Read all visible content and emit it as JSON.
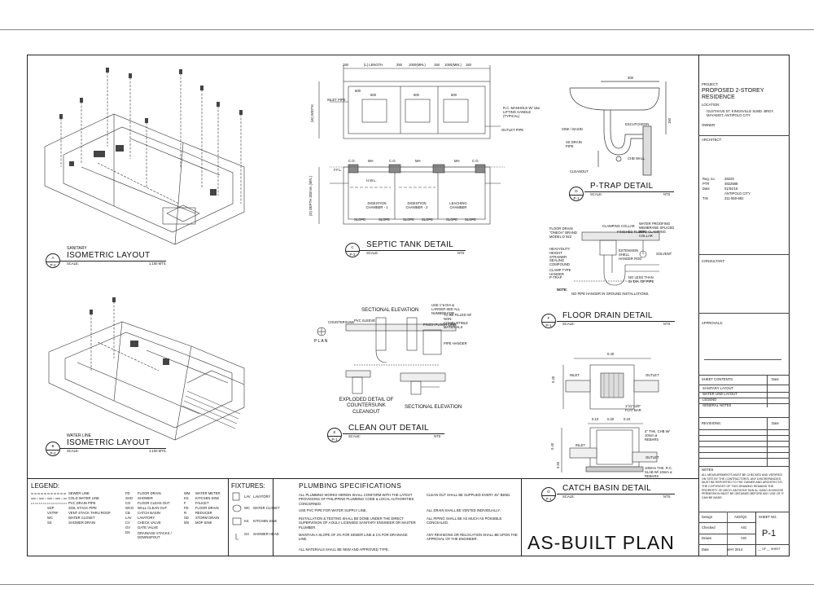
{
  "isometric_sanitary": {
    "label_small": "SANITARY",
    "title": "ISOMETRIC LAYOUT",
    "tag_letter": "A",
    "tag_sheet": "P-2",
    "scale_label": "SCALE:",
    "scale_value": "1:100 MTS."
  },
  "isometric_water": {
    "label_small": "WATER LINE",
    "title": "ISOMETRIC LAYOUT",
    "tag_letter": "B",
    "tag_sheet": "P-2",
    "scale_label": "SCALE:",
    "scale_value": "1:100 MTS."
  },
  "septic": {
    "title": "SEPTIC TANK DETAIL",
    "tag_letter": "C",
    "tag_sheet": "P-2",
    "scale_label": "SCALE:",
    "scale_value": "NTS",
    "dims_top": [
      "150",
      "(L) LENGTH",
      "250",
      "1000(MIN.)",
      "150",
      "1000(MIN.)",
      "150"
    ],
    "width_label": "(W) WIDTH",
    "depth_label": "(D) DEPTH  300mm (MIN.)",
    "inlet": "INLET PIPE",
    "outlet": "OUTLET PIPE",
    "manhole_note": "R.C. MANHOLE W/ 16ø LIFTING HANDLE (TYPICAL)",
    "plan_dims": [
      "600",
      "600",
      "600",
      "600"
    ],
    "co": "C.O.",
    "mh": "MH",
    "ffl": "F.F.L.",
    "hwl": "H.W.L.",
    "chambers": [
      "DIGESTION CHAMBER - 1",
      "DIGESTION CHAMBER - 2",
      "LEACHING CHAMBER"
    ],
    "slope": "SLOPE"
  },
  "ptrap": {
    "title": "P-TRAP DETAIL",
    "tag_letter": "D",
    "tag_sheet": "P-1",
    "scale_label": "SCALE:",
    "scale_value": "NTS",
    "dim_top": "300",
    "dim_side": "150",
    "labels": [
      "SINK / BASIN",
      "ESCUTCHEON",
      "SS DRAIN PIPE",
      "CHB WALL",
      "CLEANOUT"
    ]
  },
  "floordrain": {
    "title": "FLOOR DRAIN DETAIL",
    "tag_letter": "F",
    "tag_sheet": "P-1",
    "scale_label": "SCALE:",
    "scale_value": "NTS",
    "labels": [
      "FLOOR DRAIN \"ONEOA\" BRAND MODEL D 922",
      "CLAMPING COLLAR",
      "FINISHED FLOOR",
      "WATER PROOFING MEMBRANE SPLICED INTO CLAMPING COLLAR",
      "HEAVYDUTY HEIGHT STRAINER",
      "SEALING COMPOUND",
      "CLAMP TYPE HANGER",
      "P-TRAP",
      "EXTENSION SHELL",
      "HANGER ROD",
      "SOLVENT",
      "NO LESS THAN 2x DIA. OF PIPE"
    ],
    "note_label": "NOTE:",
    "note": "NO PIPE HANGER IN GROUND INSTALLATIONS."
  },
  "cleanout": {
    "title": "CLEAN OUT DETAIL",
    "tag_letter": "E",
    "tag_sheet": "P-1",
    "scale_label": "SCALE:",
    "scale_value": "NTS",
    "sectional": "SECTIONAL ELEVATION",
    "plan": "P L A N",
    "exploded": "EXPLODED DETAIL OF COUNTERSUNK CLEANOUT",
    "sectional2": "SECTIONAL ELEVATION",
    "labels": [
      "COUNTERSUNK",
      "PVC SLEEVE",
      "FINISH FLOOR LINE",
      "PIPE HANGER",
      "USE 1\"ø DIA & LARGER SEE ALL NUMBER FOR",
      "TO BE FILLED W/ NON-COMBUSTIBLE MATERIALS"
    ]
  },
  "catchbasin": {
    "title": "CATCH BASIN DETAIL",
    "tag_letter": "G",
    "tag_sheet": "P-1",
    "scale_label": "SCALE:",
    "scale_value": "NTS",
    "dims": [
      "0.40",
      "0.40",
      "0.10",
      "0.20",
      "0.10",
      "0.40",
      "0.50"
    ],
    "inlet": "INLET",
    "outlet": "OUTLET",
    "labels": [
      "1\"x1\"x1/8\" FLAT BAR",
      "4\" THK. CHB W/ 10mm ø REBARS",
      "100mm THK. R.C. SLAB W/ 10mm ø REBARS"
    ]
  },
  "legend": {
    "title": "LEGEND:",
    "lines": [
      {
        "code": "",
        "label": "SEWER LINE"
      },
      {
        "code": "",
        "label": "COLD WATER LINE"
      },
      {
        "code": "",
        "label": "PVC DRAIN PIPE"
      },
      {
        "code": "SSP",
        "label": "SOIL STACK PIPE"
      },
      {
        "code": "VSTRF",
        "label": "VENT STACK THRU ROOF"
      },
      {
        "code": "WC",
        "label": "WATER CLOSET"
      },
      {
        "code": "SS",
        "label": "SHOWER DRAIN"
      }
    ],
    "codes1": [
      {
        "code": "FD",
        "label": "FLOOR DRAIN"
      },
      {
        "code": "SHO",
        "label": "SHOWER"
      },
      {
        "code": "CO",
        "label": "FLOOR CLEAN OUT"
      },
      {
        "code": "WCO",
        "label": "WALL CLEAN OUT"
      },
      {
        "code": "CB",
        "label": "CATCH BASIN"
      },
      {
        "code": "LAV",
        "label": "LAVATORY"
      },
      {
        "code": "CV",
        "label": "CHECK VALVE"
      },
      {
        "code": "GV",
        "label": "GATE VALVE"
      },
      {
        "code": "DS",
        "label": "DRAINAGE STACKS / DOWNSPOUT"
      }
    ],
    "codes2": [
      {
        "code": "WM",
        "label": "WATER METER"
      },
      {
        "code": "KS",
        "label": "KITCHEN SINK"
      },
      {
        "code": "F",
        "label": "FAUCET"
      },
      {
        "code": "FD",
        "label": "FLOOR DRAIN"
      },
      {
        "code": "R",
        "label": "REDUCER"
      },
      {
        "code": "SD",
        "label": "STORM DRAIN"
      },
      {
        "code": "MS",
        "label": "MOP SINK"
      }
    ]
  },
  "fixtures": {
    "title": "FIXTURES:",
    "items": [
      {
        "code": "LAV",
        "label": "LAVATORY"
      },
      {
        "code": "WC",
        "label": "WATER CLOSET"
      },
      {
        "code": "KS",
        "label": "KITCHEN SINK"
      },
      {
        "code": "SH",
        "label": "SHOWER HEAD"
      }
    ]
  },
  "specs": {
    "title": "PLUMBING SPECIFICATIONS",
    "left": [
      "ALL PLUMBING WORKS HEREIN SHALL CONFORM WITH THE LATEST PROVISIONS OF PHILIPPINE PLUMBING CODE & LOCAL AUTHORITIES CONCERNED.",
      "USE PVC PIPE FOR WATER SUPPLY LINE.",
      "INSTALLATION & TESTING SHALL BE DONE UNDER THE DIRECT SUPERVISION OF A DULY LICENSED SANITARY ENGINEER OR MASTER PLUMBER.",
      "MAINTAIN A SLOPE OF 2% FOR SEWER LINE & 1% FOR DRAINAGE LINE.",
      "ALL MATERIALS SHALL BE NEW AND APPROVED TYPE."
    ],
    "right": [
      "CLEAN OUT SHALL BE SUPPLIED EVERY 45° BEND.",
      "ALL DRAIN SHALL BE VENTED INDIVIDUALLY.",
      "ALL PIPING SHALL BE AS MUCH AS POSSIBLE CONCEALED.",
      "ANY REVISIONS OR RELOCATION SHALL BE UPON THE APPROVAL OF THE ENGINEER."
    ]
  },
  "asbuilt": "AS-BUILT PLAN",
  "titleblock": {
    "project_label": "PROJECT:",
    "project_name": "PROPOSED 2-STOREY RESIDENCE",
    "location_label": "LOCATION:",
    "location": "GUSTAVUS ST. KINGSVILLE SUBD. BRGY. MAYAMOT, ANTIPOLO CITY",
    "owner_label": "OWNER:",
    "architect_label": "ARCHITECT:",
    "reg": [
      {
        "k": "Reg. no.",
        "v": "28229"
      },
      {
        "k": "PTR",
        "v": "4822688"
      },
      {
        "k": "Date",
        "v": "01/04/16"
      },
      {
        "k": "",
        "v": "ANTIPOLO CITY"
      },
      {
        "k": "TIN",
        "v": "311-550-692"
      }
    ],
    "consultant_label": "CONSULTANT:",
    "approvals_label": "APPROVALS:",
    "sheet_contents_label": "SHEET CONTENTS:",
    "date_label": "Date",
    "contents": [
      "SANITARY LAYOUT",
      "WATER LINE LAYOUT",
      "LEGEND",
      "GENERAL NOTES"
    ],
    "revisions_label": "REVISIONS:",
    "rev_date_label": "Date",
    "notes_label": "NOTES",
    "notes": "ALL MEASUREMENTS MUST BE CHECKED AND VERIFIED ON SITE BY THE CONTRACTOR/S. ANY DISCREPANCIES MUST BE REPORTED TO THE OWNER AND ARCHITECT/S. THE COPYRIGHT OF THIS DRAWING REMAINS THE PROPERTY OF ARCH. ANTHONY SAN AL GANO IN WHOSE PERMISSION MUST BE OBTAINED BEFORE ANY USE OF IT CAN BE MADE.",
    "design_label": "Design",
    "design_val": "AIG/IQC",
    "checked_label": "Checked",
    "checked_val": "AIG",
    "drawn_label": "Drawn",
    "drawn_val": "AIG",
    "date_label2": "Date",
    "date_val": "MAY 2014",
    "sheet_no_label": "SHEET NO.",
    "sheet_no": "P-1",
    "of_sheet": "__ OF __ SHEET"
  }
}
